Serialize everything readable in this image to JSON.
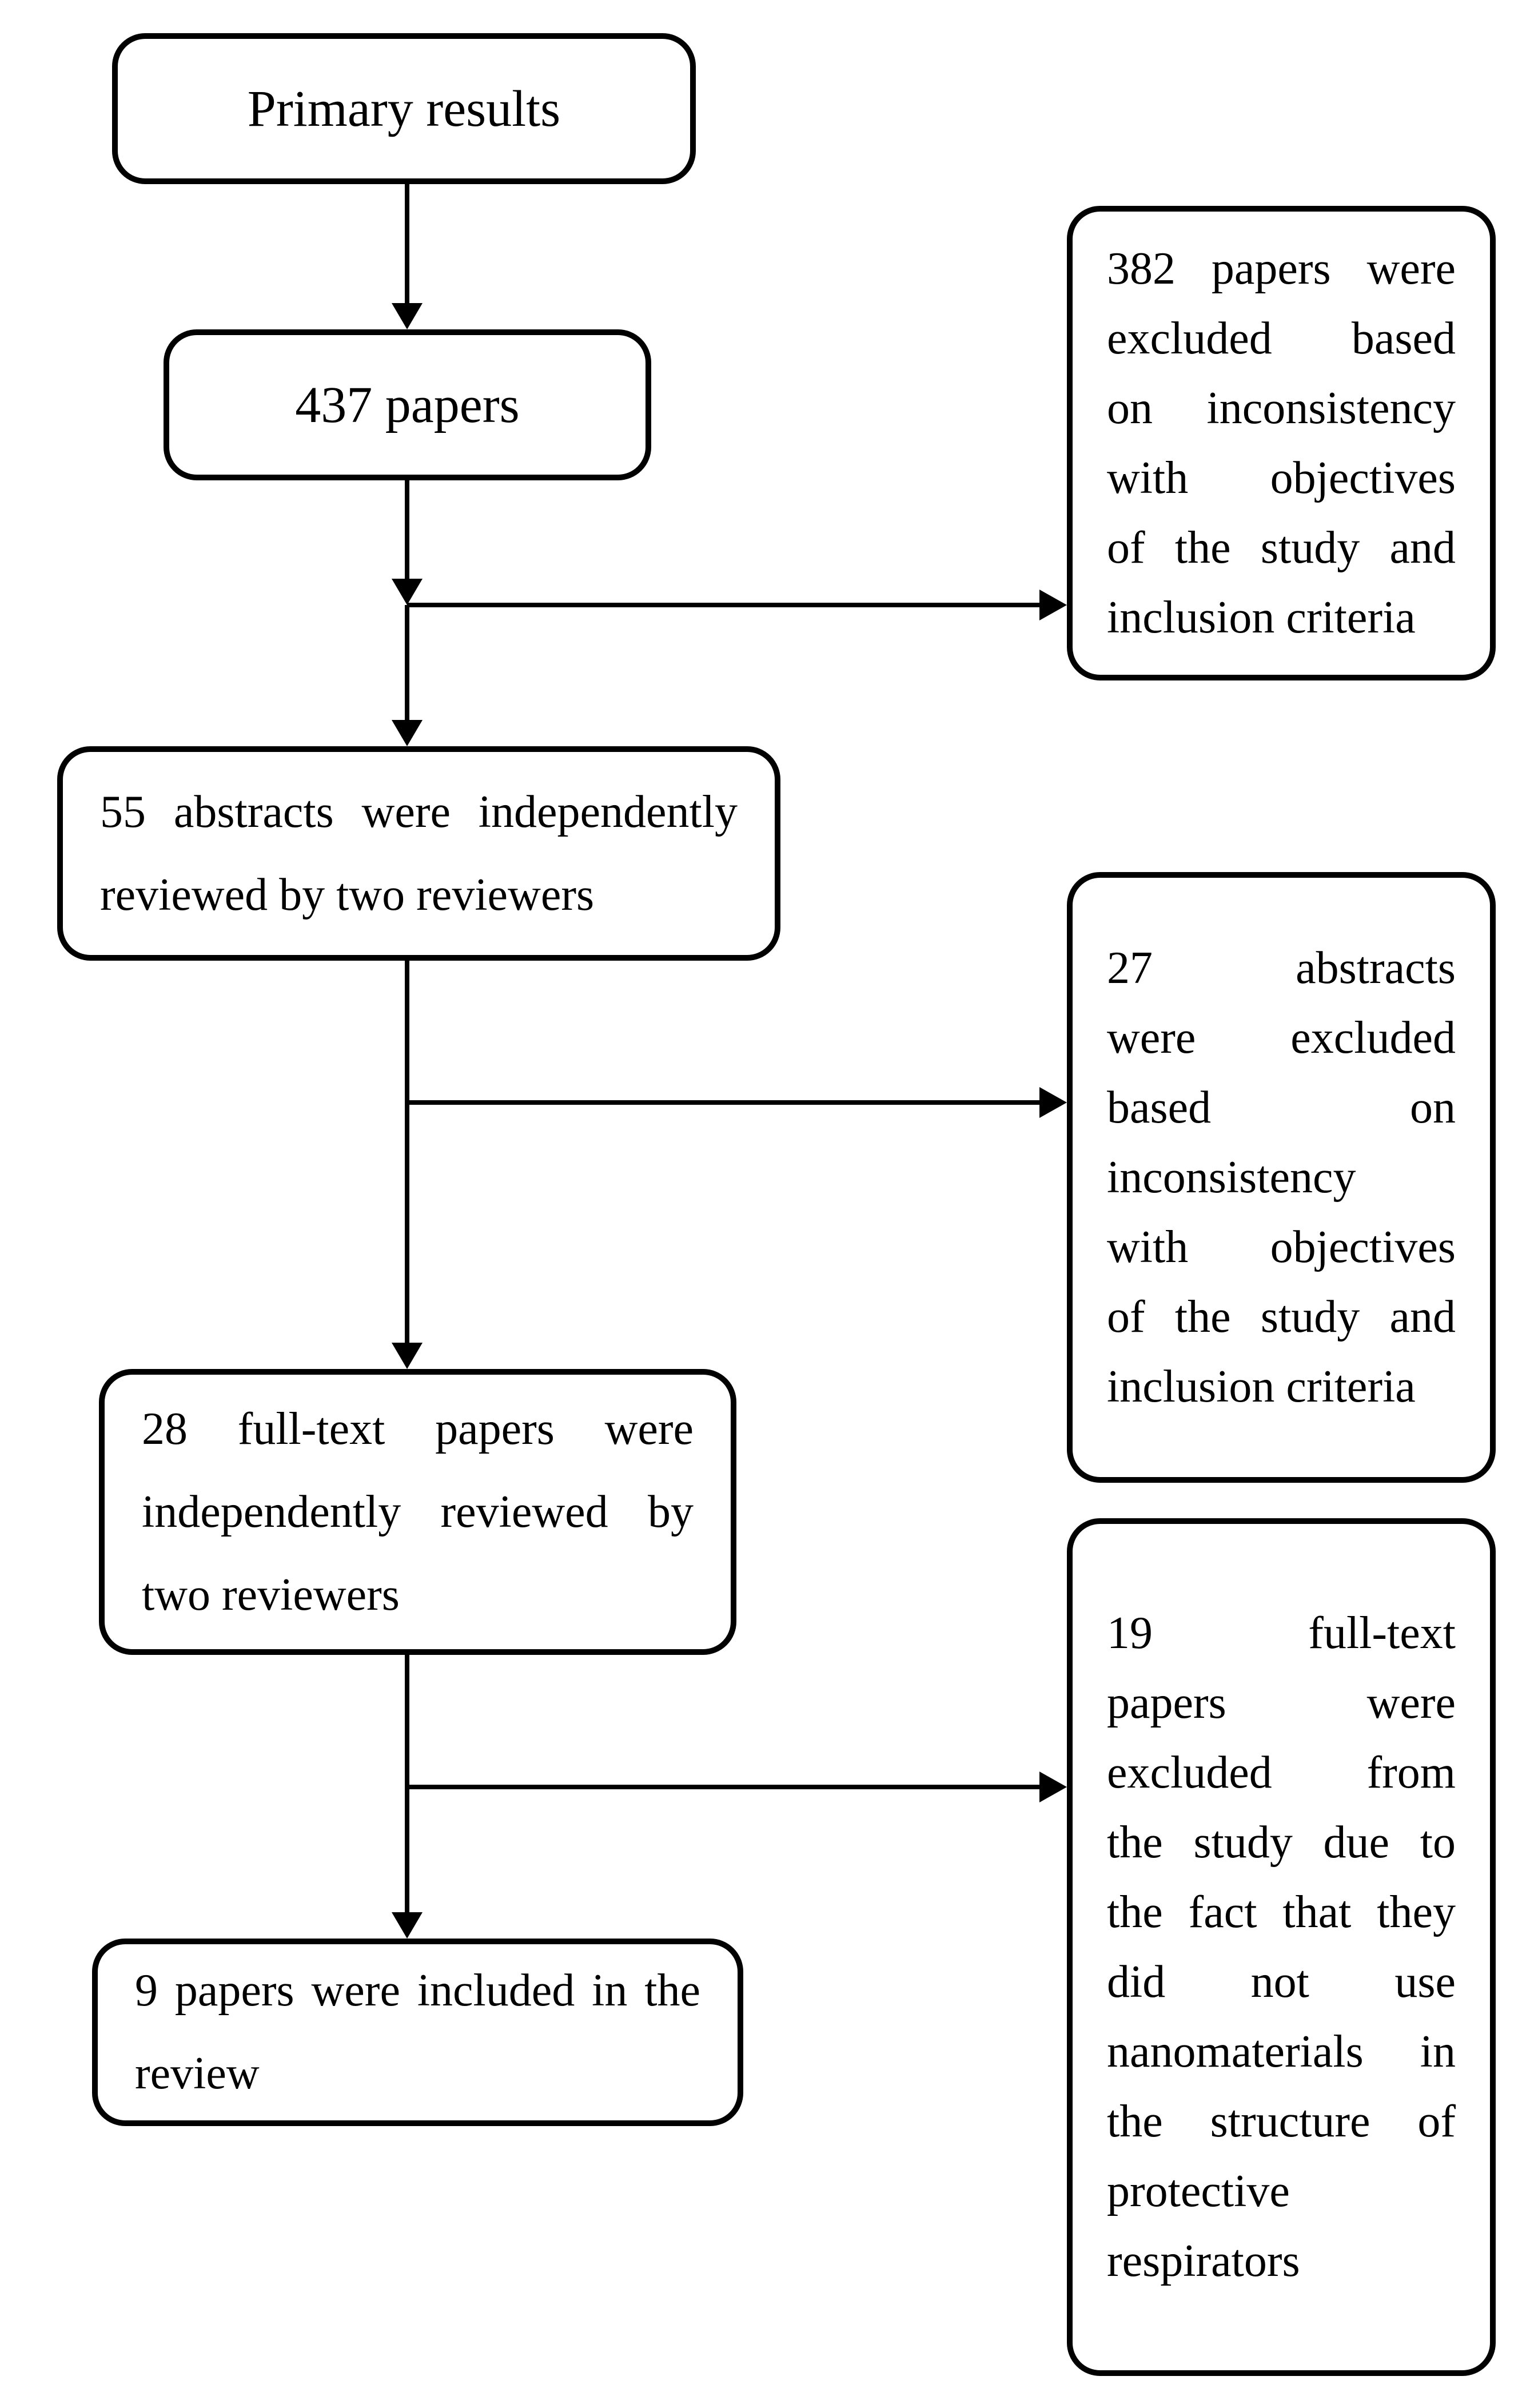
{
  "nodes": {
    "primary": {
      "text": "Primary results"
    },
    "papers437": {
      "text": "437 papers"
    },
    "abstracts55": {
      "text": "55 abstracts were independently reviewed by two reviewers",
      "lines": [
        "55 abstracts were independently",
        "reviewed by two reviewers"
      ]
    },
    "fulltext28": {
      "text": "28 full-text papers were independently reviewed by two reviewers",
      "lines": [
        "28 full-text papers were",
        "independently reviewed by",
        "two reviewers"
      ]
    },
    "included9": {
      "text": "9 papers were included in the review",
      "lines": [
        "9 papers were included in the",
        "review"
      ]
    },
    "excluded382": {
      "text": "382 papers were excluded based on inconsistency with objectives of the study and inclusion criteria",
      "lines": [
        "382 papers were",
        "excluded based",
        "on inconsistency",
        "with objectives",
        "of the study and",
        "inclusion criteria"
      ]
    },
    "excluded27": {
      "text": "27 abstracts were excluded based on inconsistency with objectives of the study and inclusion criteria",
      "lines": [
        "27 abstracts",
        "were excluded",
        "based on",
        "inconsistency",
        "with objectives",
        "of the study and",
        "inclusion criteria"
      ]
    },
    "excluded19": {
      "text": "19 full-text papers were excluded from the study due to the fact that they did not use nanomaterials in the structure of protective respirators",
      "lines": [
        "19 full-text",
        "papers were",
        "excluded from",
        "the study due to",
        "the fact that they",
        "did not use",
        "nanomaterials in",
        "the structure of",
        "protective",
        "respirators"
      ]
    }
  },
  "colors": {
    "line": "#000000",
    "text": "#000000",
    "background": "#ffffff"
  }
}
